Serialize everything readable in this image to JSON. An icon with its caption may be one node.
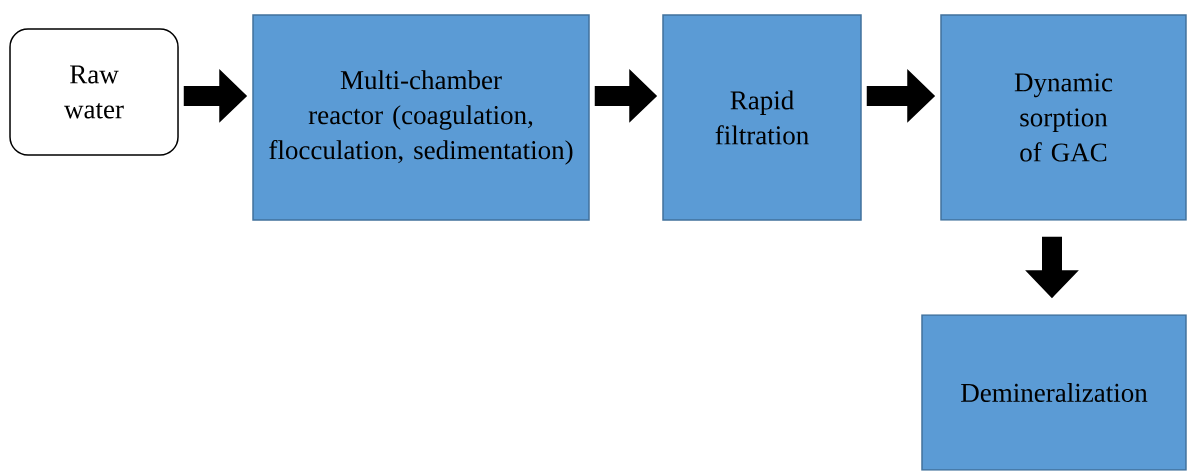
{
  "diagram": {
    "nodes": [
      {
        "text": [
          "Raw water"
        ]
      },
      {
        "text": [
          "Multi-chamber reactor (coagulation, flocculation, sedimentation)"
        ]
      },
      {
        "text": [
          "Rapid filtration"
        ]
      },
      {
        "text": [
          "Dynamic sorption of GAC"
        ]
      },
      {
        "text": [
          "Demineralization"
        ]
      }
    ],
    "edges": [
      {
        "from": 0,
        "to": 1,
        "arrow": "to"
      },
      {
        "from": 1,
        "to": 2,
        "arrow": "to"
      },
      {
        "from": 2,
        "to": 3,
        "arrow": "to"
      },
      {
        "from": 3,
        "to": 4,
        "arrow": "to"
      }
    ]
  }
}
